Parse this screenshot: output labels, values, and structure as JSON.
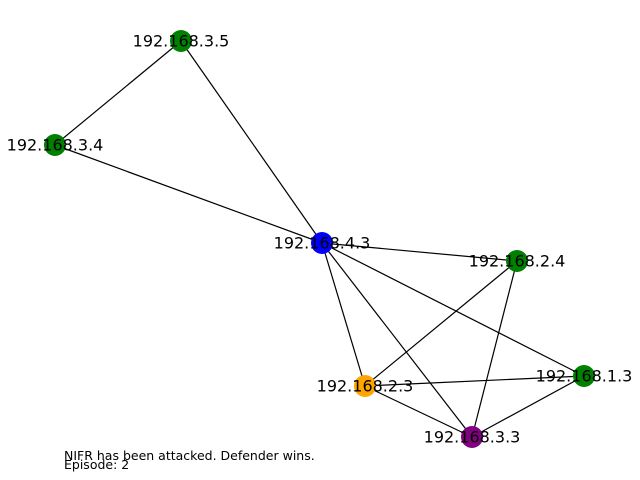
{
  "graph": {
    "nodes": [
      {
        "id": "192.168.3.5",
        "label": "192.168.3.5",
        "color": "#008000"
      },
      {
        "id": "192.168.3.4",
        "label": "192.168.3.4",
        "color": "#008000"
      },
      {
        "id": "192.168.4.3",
        "label": "192.168.4.3",
        "color": "#0000ff"
      },
      {
        "id": "192.168.2.4",
        "label": "192.168.2.4",
        "color": "#008000"
      },
      {
        "id": "192.168.1.3",
        "label": "192.168.1.3",
        "color": "#008000"
      },
      {
        "id": "192.168.2.3",
        "label": "192.168.2.3",
        "color": "#ffa500"
      },
      {
        "id": "192.168.3.3",
        "label": "192.168.3.3",
        "color": "#800080"
      }
    ],
    "edges": [
      [
        "192.168.3.5",
        "192.168.3.4"
      ],
      [
        "192.168.3.5",
        "192.168.4.3"
      ],
      [
        "192.168.3.4",
        "192.168.4.3"
      ],
      [
        "192.168.4.3",
        "192.168.2.4"
      ],
      [
        "192.168.4.3",
        "192.168.1.3"
      ],
      [
        "192.168.4.3",
        "192.168.2.3"
      ],
      [
        "192.168.4.3",
        "192.168.3.3"
      ],
      [
        "192.168.2.4",
        "192.168.2.3"
      ],
      [
        "192.168.2.4",
        "192.168.3.3"
      ],
      [
        "192.168.2.3",
        "192.168.1.3"
      ],
      [
        "192.168.2.3",
        "192.168.3.3"
      ],
      [
        "192.168.1.3",
        "192.168.3.3"
      ]
    ]
  },
  "status": {
    "line1": "NIFR has been attacked. Defender wins.",
    "line2": "Episode: 2"
  }
}
